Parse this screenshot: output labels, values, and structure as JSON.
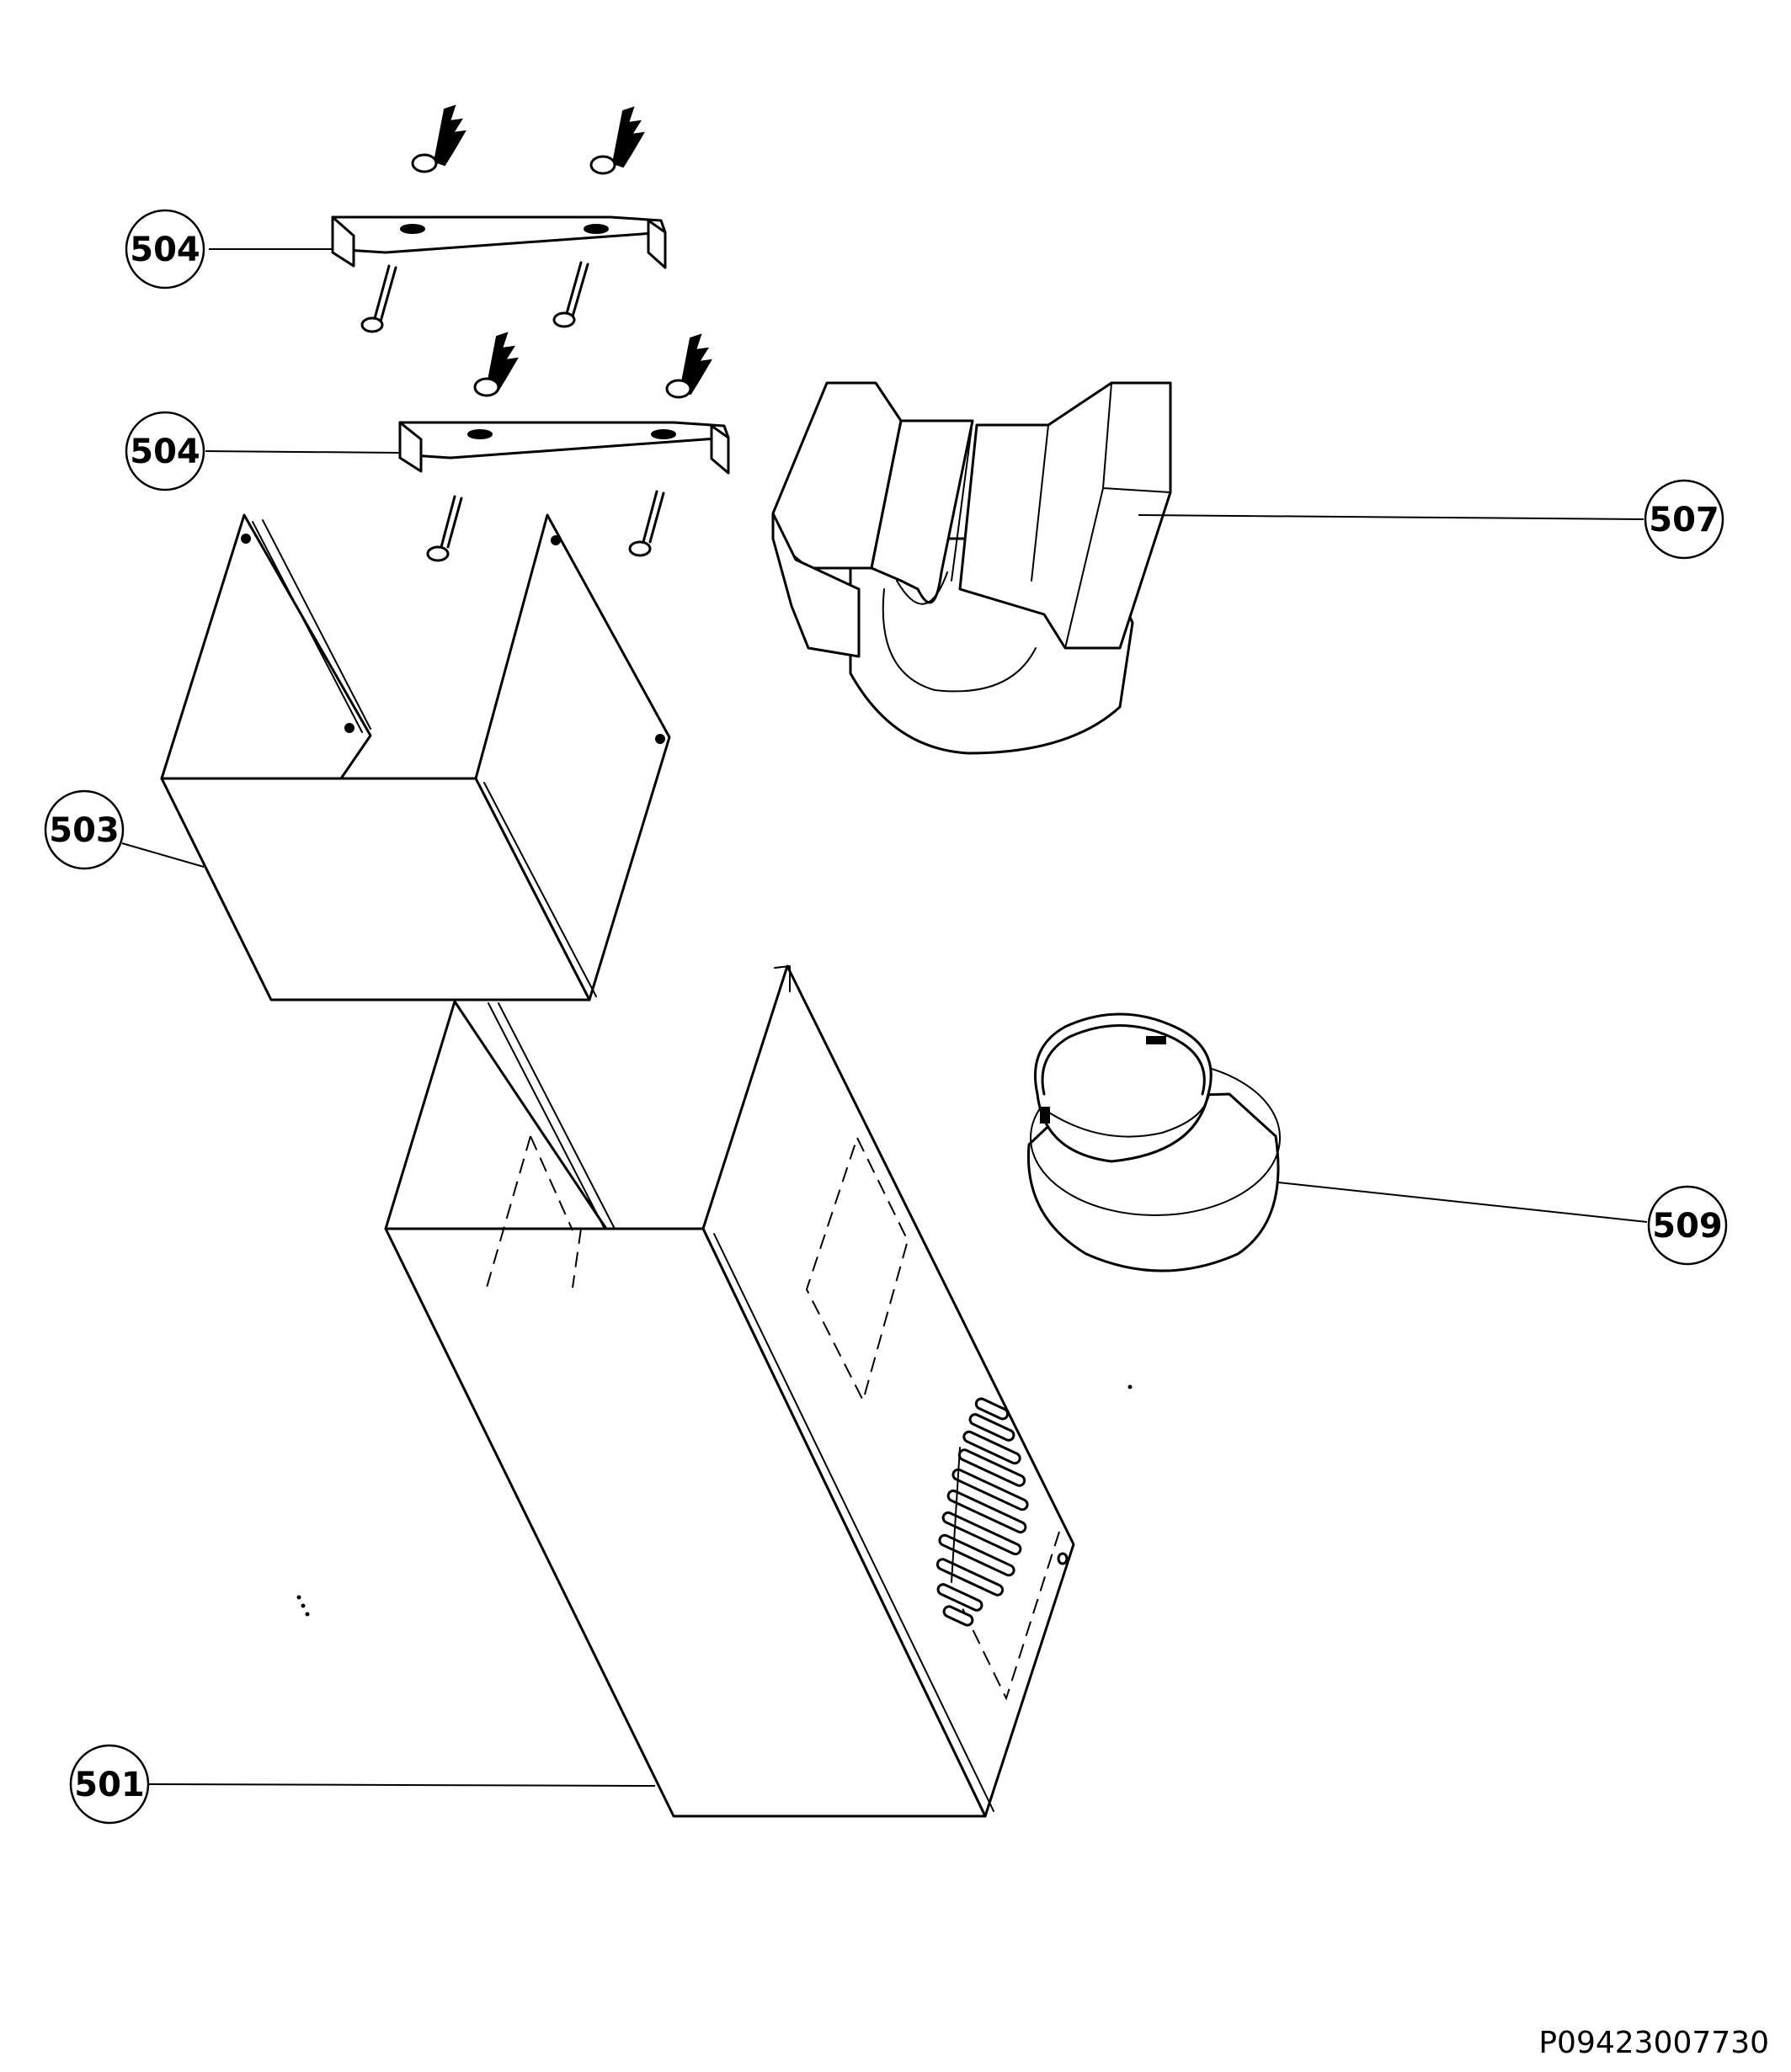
{
  "callouts": [
    {
      "id": "c504a",
      "label": "504"
    },
    {
      "id": "c504b",
      "label": "504"
    },
    {
      "id": "c507",
      "label": "507"
    },
    {
      "id": "c503",
      "label": "503"
    },
    {
      "id": "c509",
      "label": "509"
    },
    {
      "id": "c501",
      "label": "501"
    }
  ],
  "document_code": "P09423007730",
  "colors": {
    "line": "#000000",
    "background": "#ffffff"
  }
}
